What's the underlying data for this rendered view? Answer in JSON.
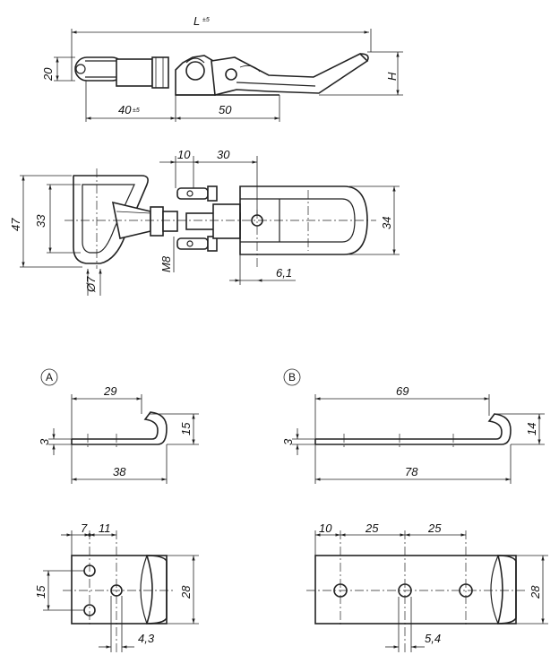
{
  "top_view": {
    "dim_length": "L",
    "dim_length_tol": "±5",
    "dim_height_left": "20",
    "dim_height_right": "H",
    "dim_left_part": "40",
    "dim_left_part_tol": "±5",
    "dim_right_part": "50"
  },
  "plan_view": {
    "dim_outer_height": "47",
    "dim_inner_height": "33",
    "dim_hook_height": "34",
    "dim_offset_a": "10",
    "dim_offset_b": "30",
    "dim_thread": "M8",
    "dim_hole_dia": "Ø7",
    "dim_hole_offset": "6,1"
  },
  "hook_a": {
    "label": "A",
    "dim_top": "29",
    "dim_bottom": "38",
    "dim_thickness": "3",
    "dim_height": "15",
    "dim_hole_a": "7",
    "dim_hole_b": "11",
    "dim_hole_spacing": "15",
    "dim_width": "28",
    "dim_slot": "4,3"
  },
  "hook_b": {
    "label": "B",
    "dim_top": "69",
    "dim_bottom": "78",
    "dim_thickness": "3",
    "dim_height": "14",
    "dim_pitch_a": "10",
    "dim_pitch_b": "25",
    "dim_pitch_c": "25",
    "dim_width": "28",
    "dim_slot": "5,4"
  }
}
